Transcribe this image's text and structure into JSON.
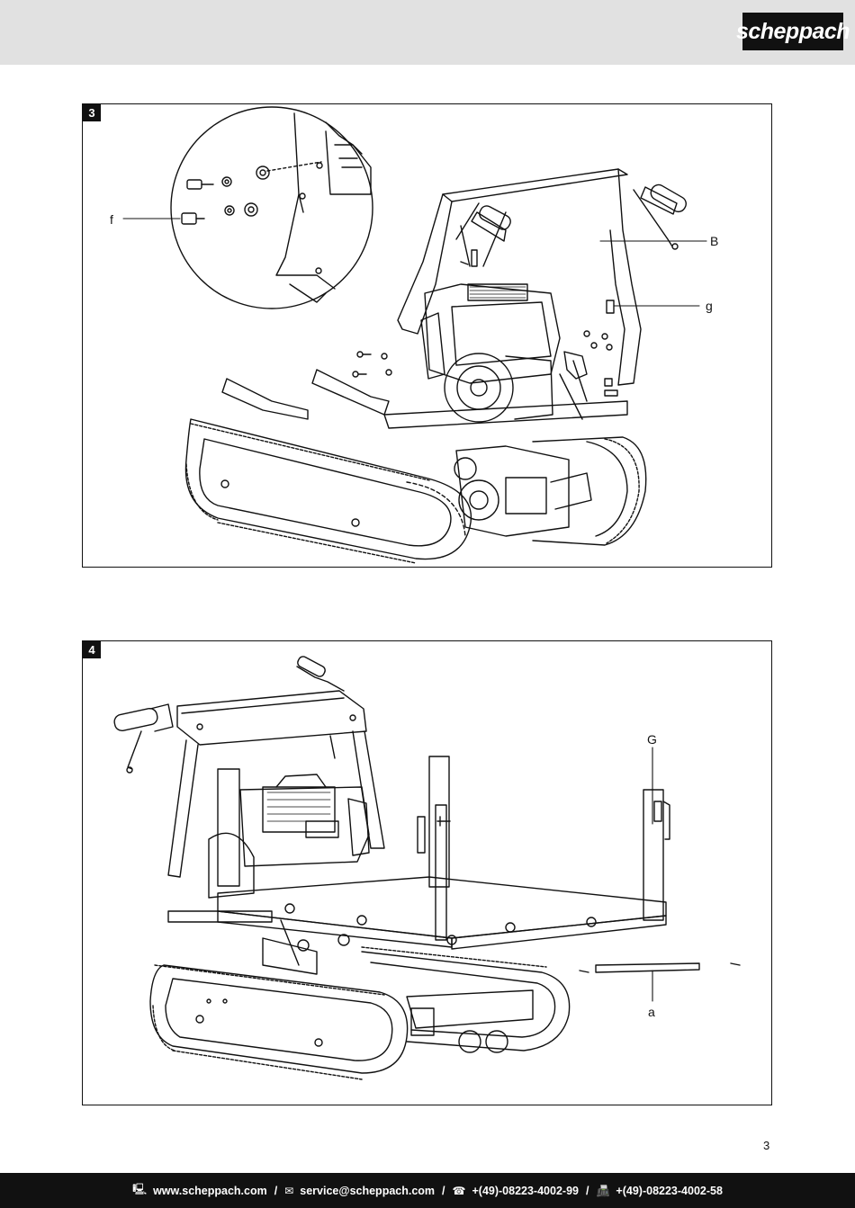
{
  "brand": {
    "logo_text": "scheppach"
  },
  "figures": [
    {
      "number": "3",
      "labels": {
        "f": "f",
        "B": "B",
        "g": "g"
      }
    },
    {
      "number": "4",
      "labels": {
        "G": "G",
        "a": "a"
      }
    }
  ],
  "page_number": "3",
  "footer": {
    "web": "www.scheppach.com",
    "email": "service@scheppach.com",
    "phone": "+(49)-08223-4002-99",
    "fax": "+(49)-08223-4002-58",
    "separator": "/",
    "icons": [
      "monitor-icon",
      "mail-icon",
      "phone-icon",
      "fax-icon"
    ]
  }
}
